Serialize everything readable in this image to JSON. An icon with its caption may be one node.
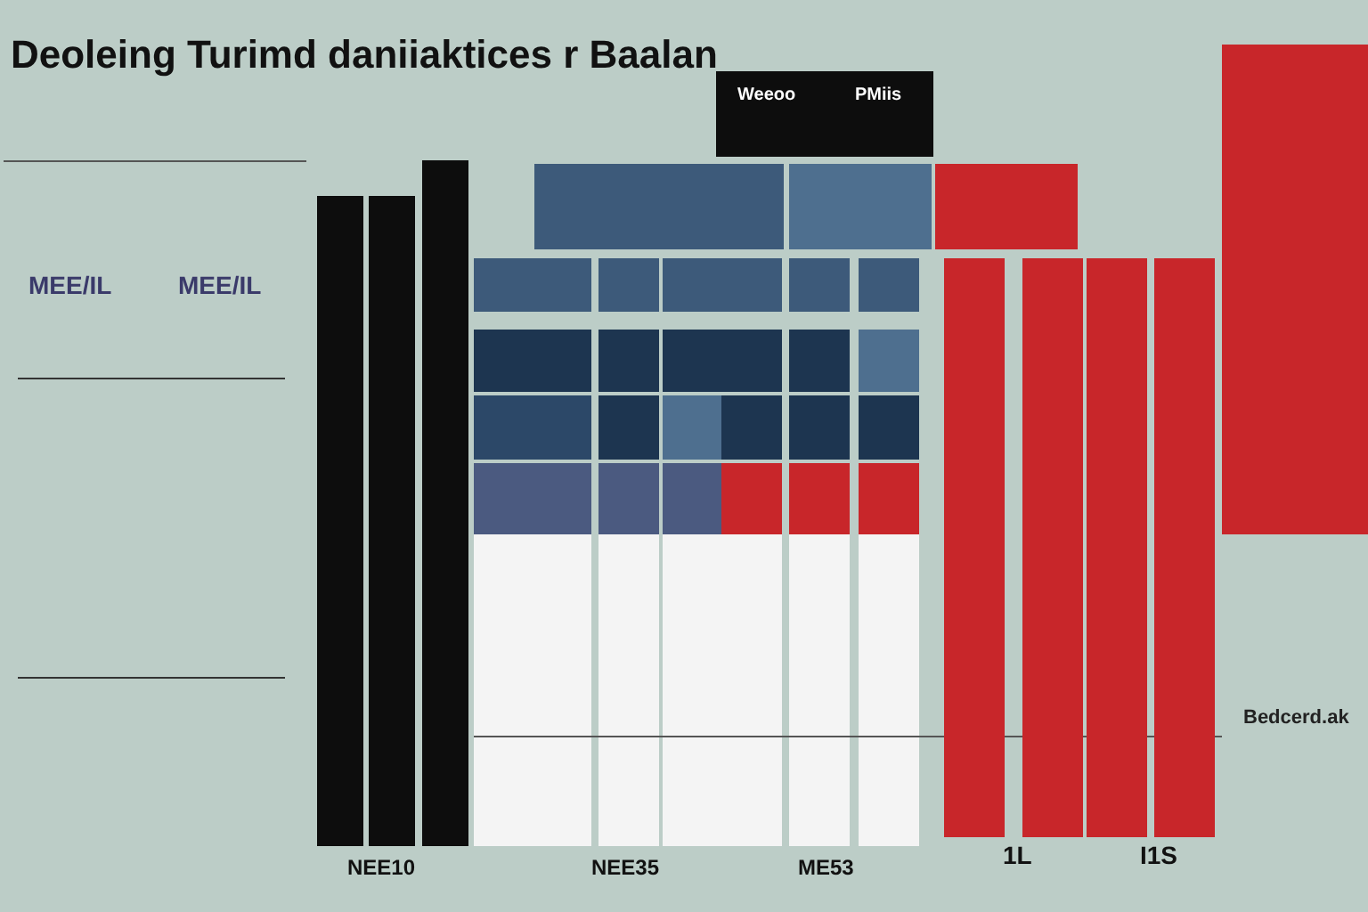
{
  "diagram": {
    "title": "Deoleing Turimd daniiaktices r Baalan",
    "labels": [
      "MEE/IL",
      "MEE/IL",
      "Weeoo",
      "PMiis",
      "NEE10",
      "NEE35",
      "ME53",
      "1L",
      "I1S",
      "Bedcerd.ak"
    ]
  }
}
